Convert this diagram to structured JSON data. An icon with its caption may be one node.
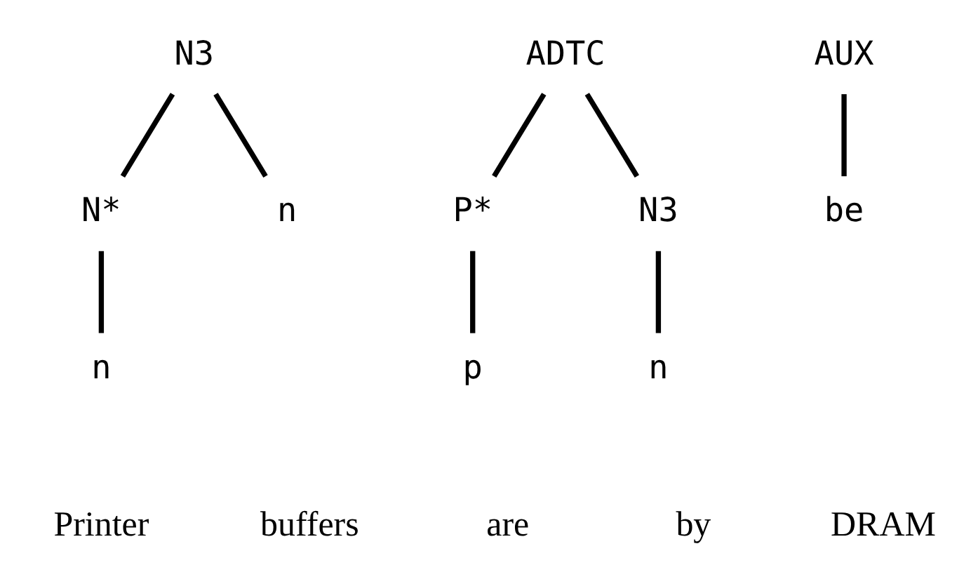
{
  "diagram": {
    "nodes": [
      {
        "text": [
          "N3"
        ]
      },
      {
        "text": [
          "ADTC"
        ]
      },
      {
        "text": [
          "N*"
        ]
      },
      {
        "text": [
          "AUX"
        ]
      },
      {
        "text": [
          "P*"
        ]
      },
      {
        "text": [
          "N3"
        ]
      },
      {
        "text": [
          "n"
        ]
      },
      {
        "text": [
          "n"
        ]
      },
      {
        "text": [
          "be"
        ]
      },
      {
        "text": [
          "p"
        ]
      },
      {
        "text": [
          "n"
        ]
      }
    ],
    "edges": [
      {
        "from": 0,
        "to": 2,
        "arrow": "none"
      },
      {
        "from": 0,
        "to": 7,
        "arrow": "none"
      },
      {
        "from": 2,
        "to": 6,
        "arrow": "none"
      },
      {
        "from": 3,
        "to": 8,
        "arrow": "none"
      },
      {
        "from": 1,
        "to": 4,
        "arrow": "none"
      },
      {
        "from": 1,
        "to": 5,
        "arrow": "none"
      },
      {
        "from": 4,
        "to": 9,
        "arrow": "none"
      },
      {
        "from": 5,
        "to": 10,
        "arrow": "none"
      }
    ],
    "labels": [
      "Printer",
      "buffers",
      "are",
      "by",
      "DRAM"
    ]
  }
}
